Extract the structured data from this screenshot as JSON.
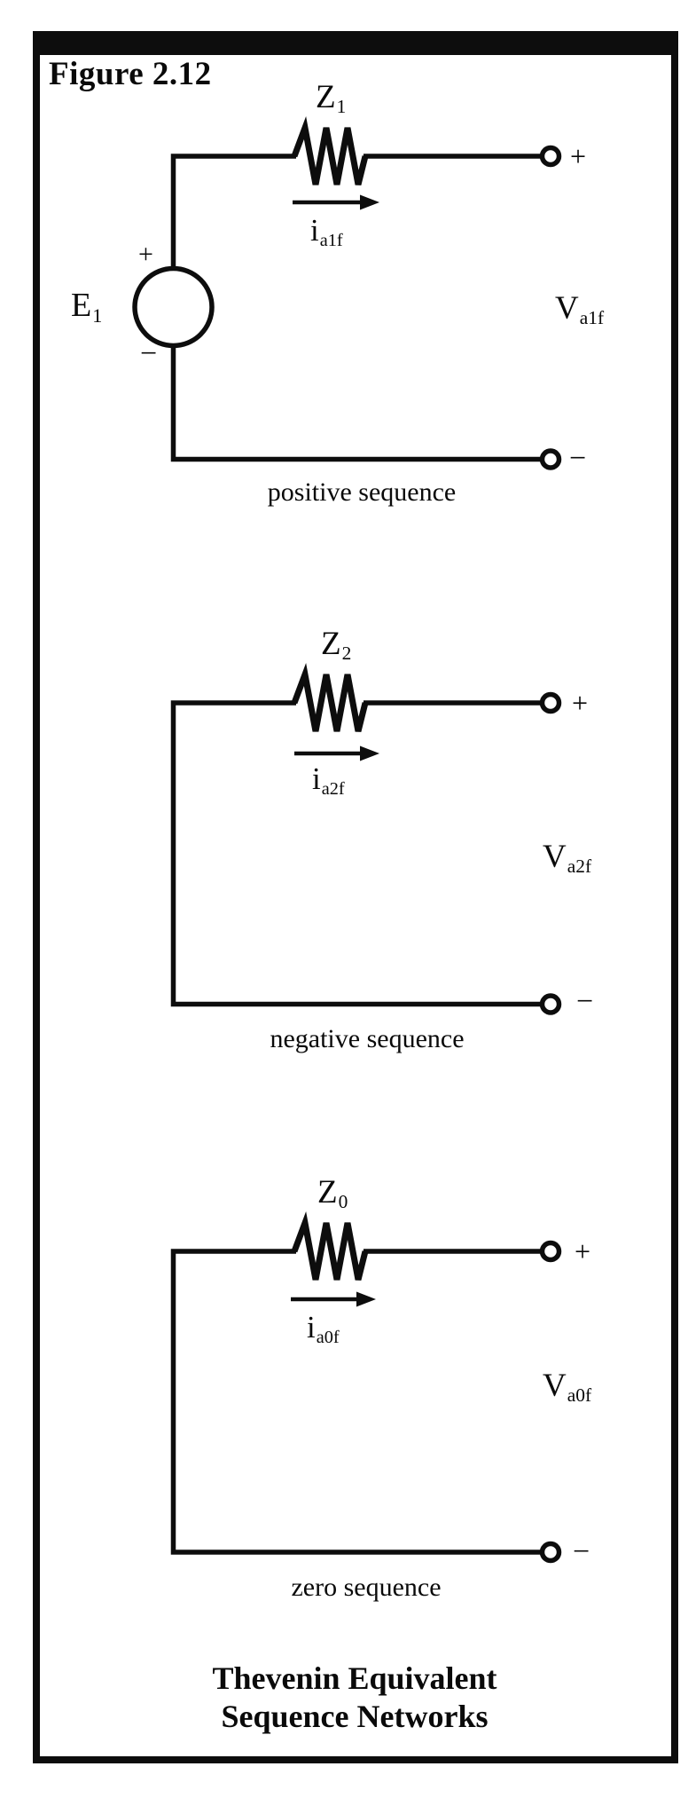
{
  "figure": {
    "label": "Figure 2.12",
    "caption_line1": "Thevenin Equivalent",
    "caption_line2": "Sequence Networks"
  },
  "colors": {
    "ink": "#0d0d0d",
    "paper": "#ffffff"
  },
  "networks": [
    {
      "id": "positive-sequence",
      "caption": "positive sequence",
      "impedance_base": "Z",
      "impedance_sub": "1",
      "current_base": "i",
      "current_sub": "a1f",
      "voltage_base": "V",
      "voltage_sub": "a1f",
      "terminal_plus": "+",
      "terminal_minus": "−",
      "source": {
        "base": "E",
        "sub": "1",
        "plus": "+",
        "minus": "−"
      }
    },
    {
      "id": "negative-sequence",
      "caption": "negative sequence",
      "impedance_base": "Z",
      "impedance_sub": "2",
      "current_base": "i",
      "current_sub": "a2f",
      "voltage_base": "V",
      "voltage_sub": "a2f",
      "terminal_plus": "+",
      "terminal_minus": "−"
    },
    {
      "id": "zero-sequence",
      "caption": "zero sequence",
      "impedance_base": "Z",
      "impedance_sub": "0",
      "current_base": "i",
      "current_sub": "a0f",
      "voltage_base": "V",
      "voltage_sub": "a0f",
      "terminal_plus": "+",
      "terminal_minus": "−"
    }
  ]
}
